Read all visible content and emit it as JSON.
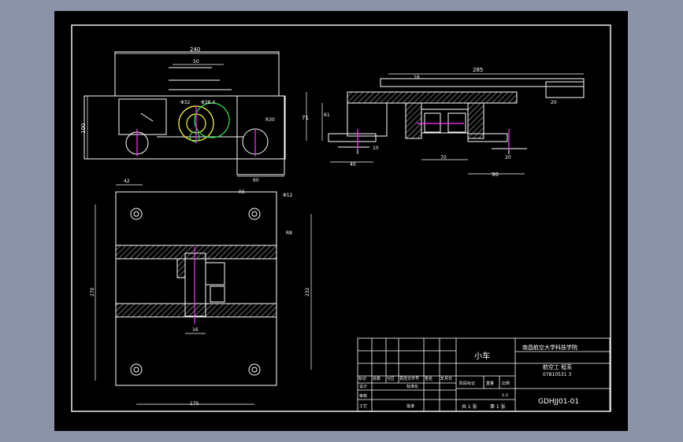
{
  "drawing": {
    "title": "小车",
    "school": "南昌航空大学科技学院",
    "class_label": "航空工 程系",
    "student_no": "07810531 3",
    "drawing_no": "GDHJJ01-01",
    "scale": "1:2",
    "sheets_total": "共 1 张",
    "sheet_no": "第 1 张"
  },
  "title_block": {
    "headers": [
      "标记",
      "处数",
      "分区",
      "更改文件号",
      "签名",
      "年月日"
    ],
    "row_design": "设计",
    "row_std": "标准化",
    "row_review": "审核",
    "row_craft": "工艺",
    "row_approve": "批准",
    "stage_label": "阶段标记",
    "weight_label": "重量",
    "scale_label": "比例"
  },
  "dimensions": {
    "top_width": "240",
    "top_slot": "50",
    "side_height": "100",
    "bottom_offset": "60",
    "radius_a": "R30",
    "dia_a": "Φ32",
    "dia_b": "Φ38.4",
    "side_total": "285",
    "side_h1": "71",
    "side_h2": "61",
    "side_foot": "40",
    "side_70": "70",
    "side_90": "90",
    "side_20a": "20",
    "side_20b": "20",
    "side_16": "16",
    "side_10": "10",
    "plan_42": "42",
    "plan_175": "175",
    "plan_270": "270",
    "plan_232": "232",
    "plan_16": "16",
    "plan_hole": "Φ12",
    "plan_r5": "R5",
    "plan_r8": "R8"
  },
  "colors": {
    "line": "#ffffff",
    "accent": "#ff33ff",
    "green": "#33dd55",
    "yellow": "#ffff33",
    "sheet": "#000000"
  }
}
